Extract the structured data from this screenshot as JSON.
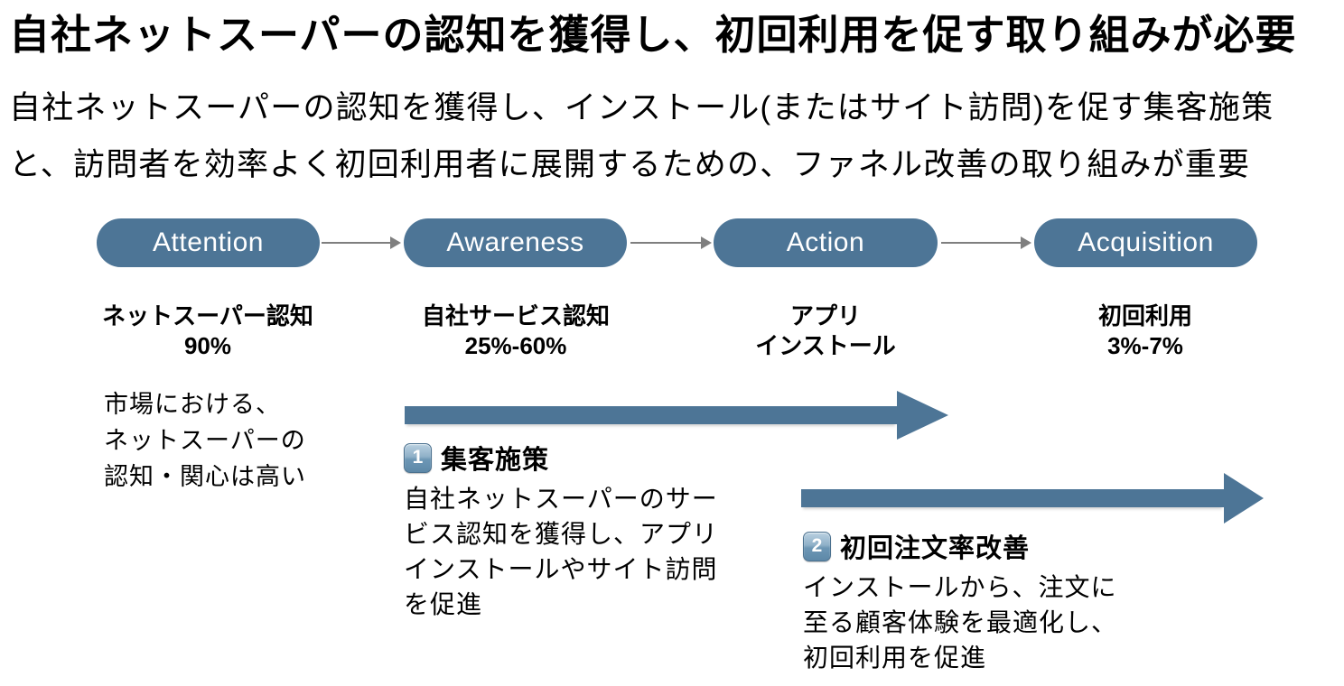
{
  "title": "自社ネットスーパーの認知を獲得し、初回利用を促す取り組みが必要",
  "subtitle_lines": [
    "自社ネットスーパーの認知を獲得し、インストール(またはサイト訪問)を促す集客施策",
    "と、訪問者を効率よく初回利用者に展開するための、ファネル改善の取り組みが重要"
  ],
  "funnel": {
    "stages": [
      {
        "label": "Attention",
        "stat_lines": [
          "ネットスーパー認知",
          "90%"
        ]
      },
      {
        "label": "Awareness",
        "stat_lines": [
          "自社サービス認知",
          "25%-60%"
        ]
      },
      {
        "label": "Action",
        "stat_lines": [
          "アプリ",
          "インストール"
        ]
      },
      {
        "label": "Acquisition",
        "stat_lines": [
          "初回利用",
          "3%-7%"
        ]
      }
    ]
  },
  "left_note_lines": [
    "市場における、",
    "ネットスーパーの",
    "認知・関心は高い"
  ],
  "initiatives": [
    {
      "badge": "1",
      "heading": "集客施策",
      "body_lines": [
        "自社ネットスーパーのサー",
        "ビス認知を獲得し、アプリ",
        "インストールやサイト訪問",
        "を促進"
      ]
    },
    {
      "badge": "2",
      "heading": "初回注文率改善",
      "body_lines": [
        "インストールから、注文に",
        "至る顧客体験を最適化し、",
        "初回利用を促進"
      ]
    }
  ],
  "colors": {
    "accent": "#4d7596",
    "connector": "#7f7f7f",
    "pill_text": "#ffffff",
    "text": "#000000"
  }
}
